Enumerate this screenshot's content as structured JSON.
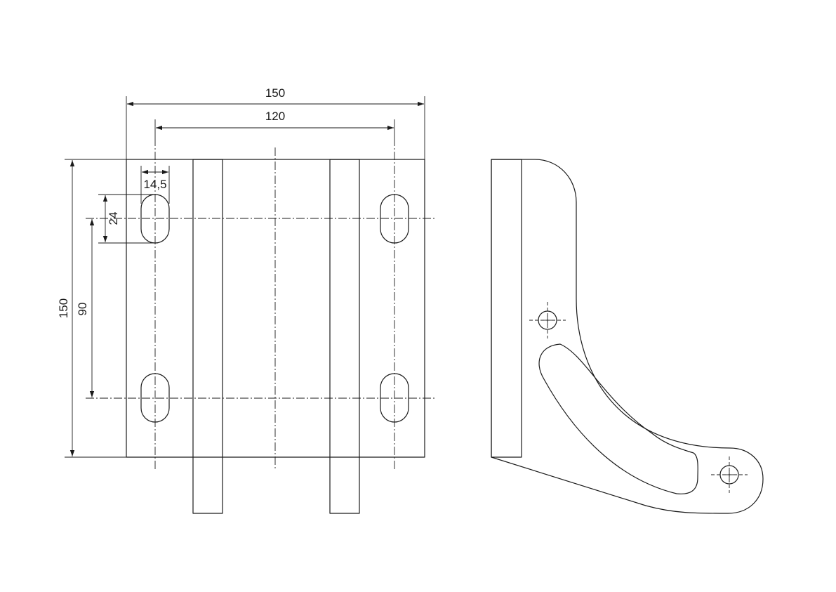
{
  "dimensions": {
    "overall_width": "150",
    "hole_spacing_horizontal": "120",
    "slot_width": "14,5",
    "slot_length": "24",
    "hole_spacing_vertical": "90",
    "overall_height": "150"
  },
  "colors": {
    "line": "#1a1a1a",
    "background": "#ffffff"
  }
}
